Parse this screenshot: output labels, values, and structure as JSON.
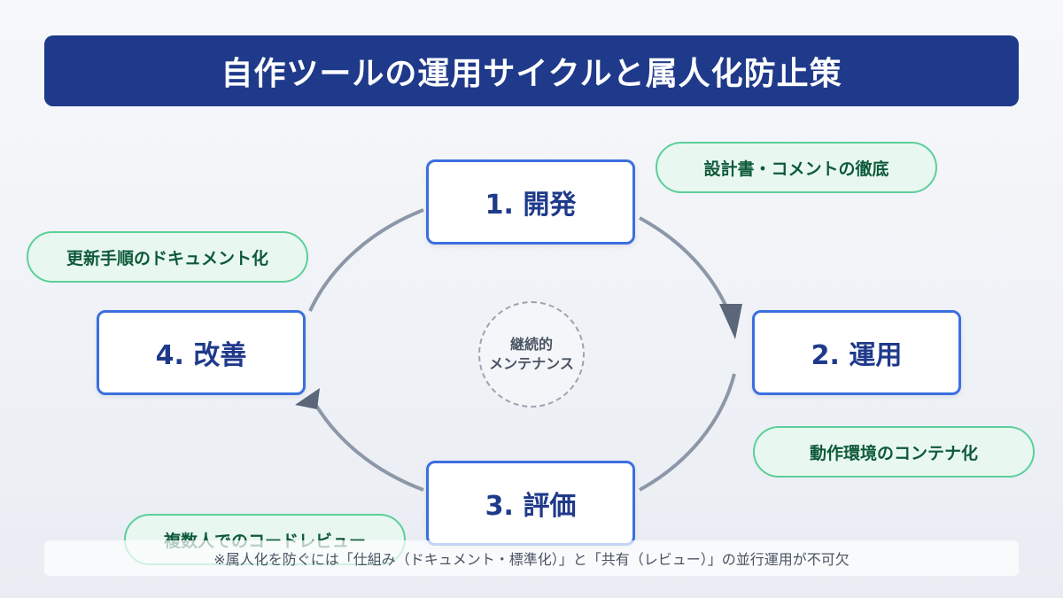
{
  "title": "自作ツールの運用サイクルと属人化防止策",
  "stages": [
    {
      "label": "1. 開発"
    },
    {
      "label": "2. 運用"
    },
    {
      "label": "3. 評価"
    },
    {
      "label": "4. 改善"
    }
  ],
  "measures": [
    {
      "label": "設計書・コメントの徹底"
    },
    {
      "label": "動作環境のコンテナ化"
    },
    {
      "label": "複数人でのコードレビュー"
    },
    {
      "label": "更新手順のドキュメント化"
    }
  ],
  "center": {
    "line1": "継続的",
    "line2": "メンテナンス"
  },
  "footnote": "※属人化を防ぐには「仕組み（ドキュメント・標準化）」と「共有（レビュー）」の並行運用が不可欠",
  "colors": {
    "header_bg": "#1f3a8a",
    "stage_border": "#3b6fe0",
    "stage_text": "#1f3a8a",
    "pill_bg": "#e8f8f0",
    "pill_border": "#5ccf9a",
    "pill_text": "#0f5a3a",
    "cycle_line": "#8c97a8",
    "arrow": "#5b6779"
  }
}
